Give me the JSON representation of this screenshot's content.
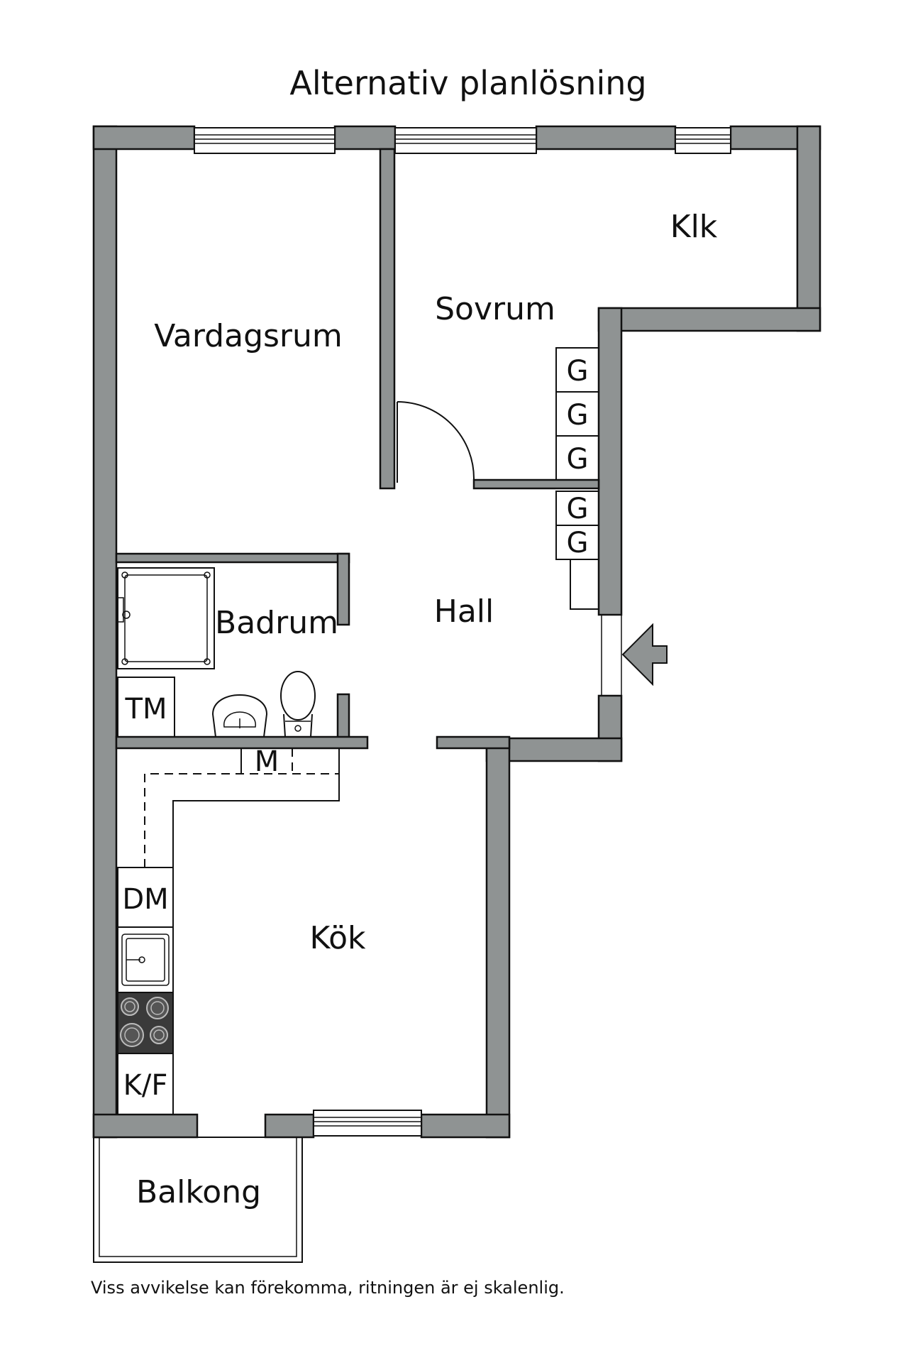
{
  "title": "Alternativ planlösning",
  "rooms": {
    "vardagsrum": "Vardagsrum",
    "sovrum": "Sovrum",
    "klk": "Klk",
    "hall": "Hall",
    "badrum": "Badrum",
    "kok": "Kök",
    "balkong": "Balkong"
  },
  "fixtures": {
    "wardrobe": "G",
    "dryer": "TM",
    "washer": "M",
    "dishwasher": "DM",
    "fridge_freezer": "K/F"
  },
  "footnote": "Viss avvikelse kan förekomma, ritningen är ej skalenlig.",
  "colors": {
    "wall": "#8f9393",
    "line": "#111111",
    "background": "#ffffff"
  },
  "icons": {
    "entrance": "entrance-arrow-icon"
  }
}
